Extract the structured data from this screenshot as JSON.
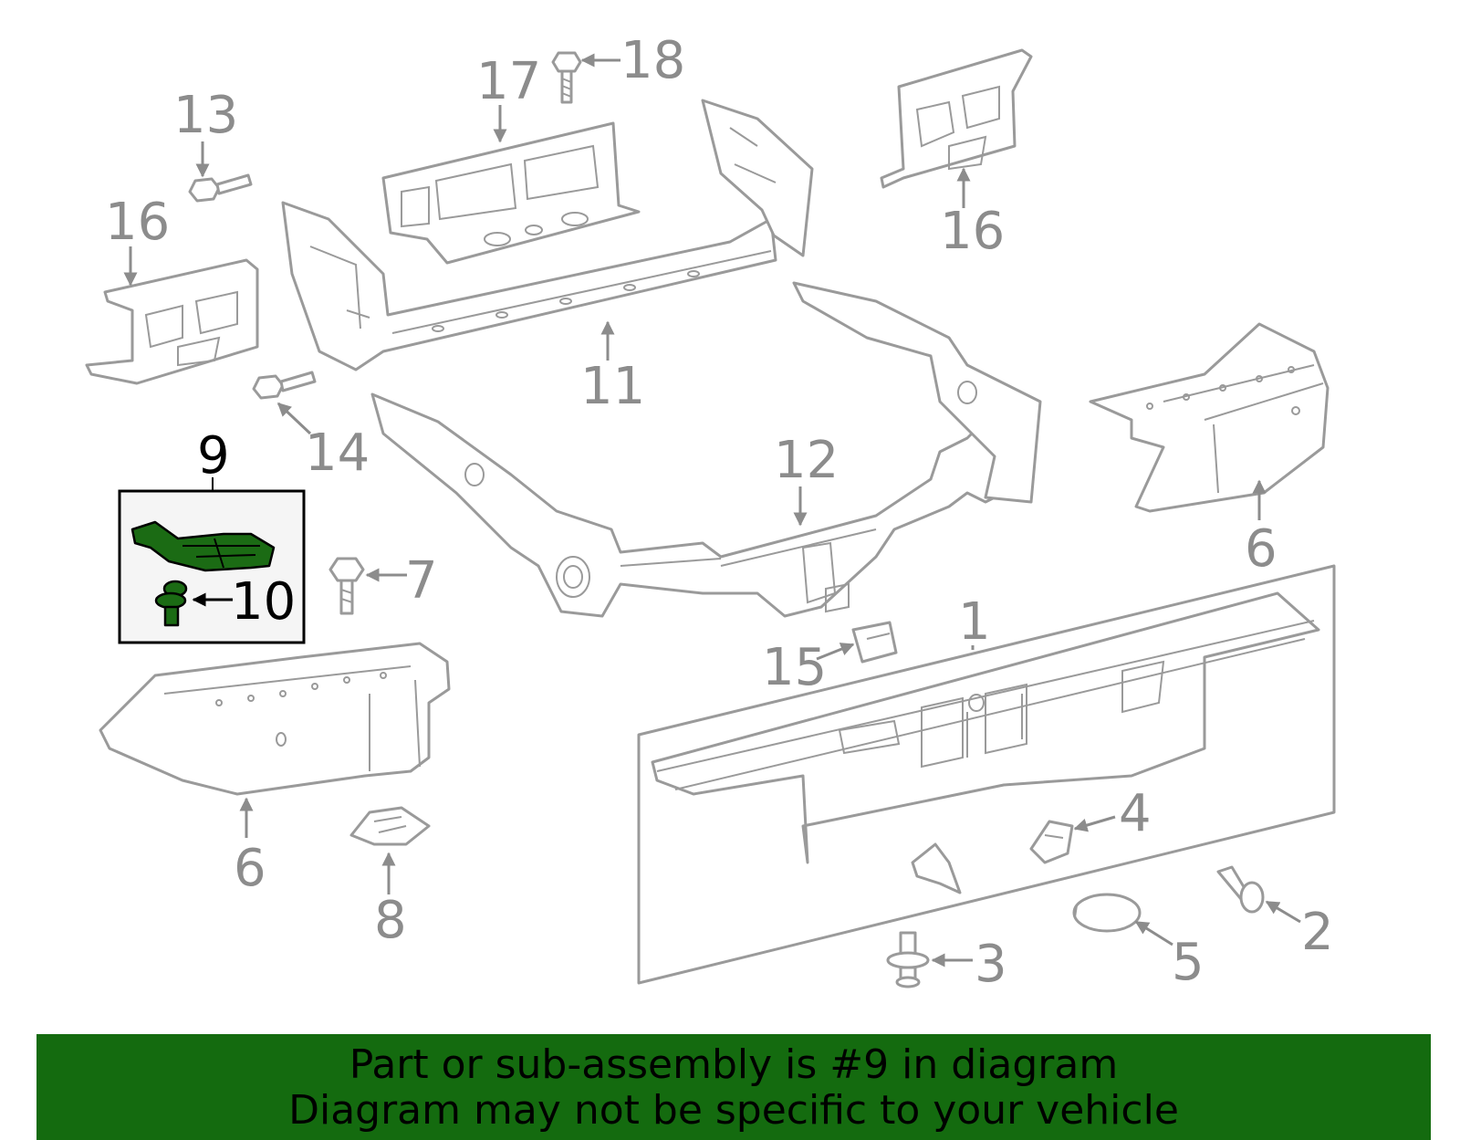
{
  "callouts": {
    "c1": "1",
    "c2": "2",
    "c3": "3",
    "c4": "4",
    "c5": "5",
    "c6a": "6",
    "c6b": "6",
    "c7": "7",
    "c8": "8",
    "c9": "9",
    "c10": "10",
    "c11": "11",
    "c12": "12",
    "c13": "13",
    "c14": "14",
    "c15": "15",
    "c16a": "16",
    "c16b": "16",
    "c17": "17",
    "c18": "18"
  },
  "footer": {
    "line1": "Part or sub-assembly is #9 in diagram",
    "line2": "Diagram may not be specific to your vehicle"
  },
  "colors": {
    "highlight": "#1b6b14",
    "banner": "#146b0f",
    "line_art": "#9a9a9a"
  }
}
